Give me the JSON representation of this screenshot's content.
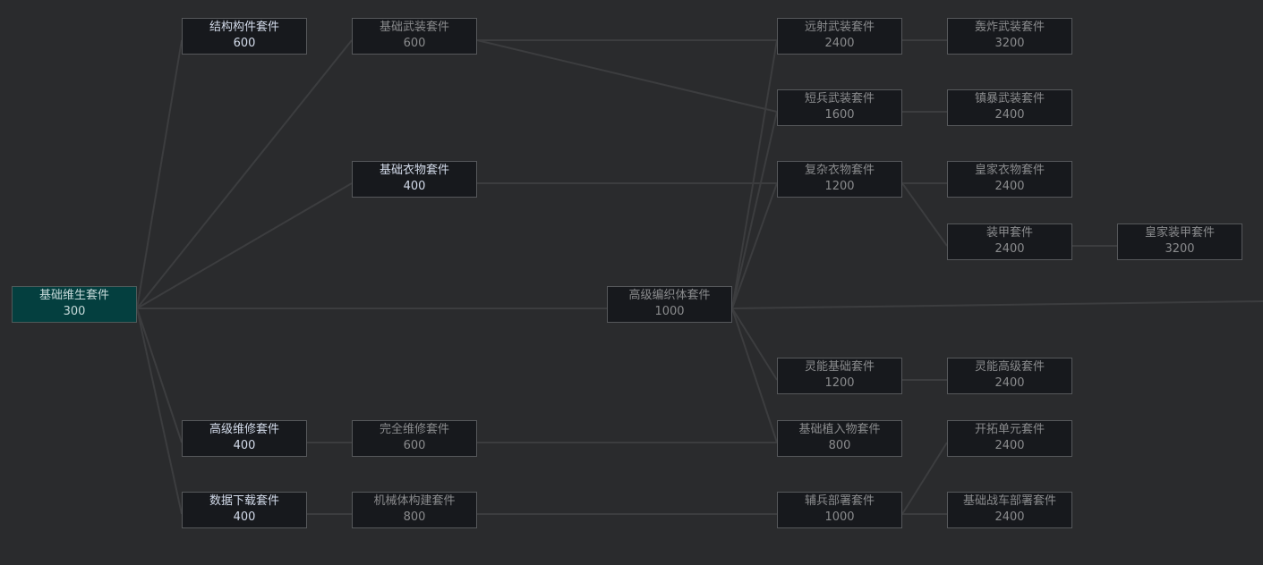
{
  "colors": {
    "background": "#2a2b2d",
    "node": "#17191d",
    "completed": "#043f3f",
    "edge": "#3c3d3f"
  },
  "nodes": [
    {
      "id": "basic-life-support",
      "label": "基础维生套件",
      "cost": "300",
      "state": "done"
    },
    {
      "id": "structural-parts",
      "label": "结构构件套件",
      "cost": "600",
      "state": "available"
    },
    {
      "id": "basic-armament",
      "label": "基础武装套件",
      "cost": "600",
      "state": "locked"
    },
    {
      "id": "basic-clothing",
      "label": "基础衣物套件",
      "cost": "400",
      "state": "available"
    },
    {
      "id": "advanced-weaving",
      "label": "高级编织体套件",
      "cost": "1000",
      "state": "locked"
    },
    {
      "id": "advanced-repair",
      "label": "高级维修套件",
      "cost": "400",
      "state": "available"
    },
    {
      "id": "full-repair",
      "label": "完全维修套件",
      "cost": "600",
      "state": "locked"
    },
    {
      "id": "data-download",
      "label": "数据下载套件",
      "cost": "400",
      "state": "available"
    },
    {
      "id": "mech-construction",
      "label": "机械体构建套件",
      "cost": "800",
      "state": "locked"
    },
    {
      "id": "ranged-armament",
      "label": "远射武装套件",
      "cost": "2400",
      "state": "locked"
    },
    {
      "id": "melee-armament",
      "label": "短兵武装套件",
      "cost": "1600",
      "state": "locked"
    },
    {
      "id": "complex-clothing",
      "label": "复杂衣物套件",
      "cost": "1200",
      "state": "locked"
    },
    {
      "id": "psychic-basic",
      "label": "灵能基础套件",
      "cost": "1200",
      "state": "locked"
    },
    {
      "id": "basic-implant",
      "label": "基础植入物套件",
      "cost": "800",
      "state": "locked"
    },
    {
      "id": "auxiliary-deploy",
      "label": "辅兵部署套件",
      "cost": "1000",
      "state": "locked"
    },
    {
      "id": "bombard-armament",
      "label": "轰炸武装套件",
      "cost": "3200",
      "state": "locked"
    },
    {
      "id": "riot-armament",
      "label": "镇暴武装套件",
      "cost": "2400",
      "state": "locked"
    },
    {
      "id": "royal-clothing",
      "label": "皇家衣物套件",
      "cost": "2400",
      "state": "locked"
    },
    {
      "id": "armor",
      "label": "装甲套件",
      "cost": "2400",
      "state": "locked"
    },
    {
      "id": "psychic-advanced",
      "label": "灵能高级套件",
      "cost": "2400",
      "state": "locked"
    },
    {
      "id": "pioneer-unit",
      "label": "开拓单元套件",
      "cost": "2400",
      "state": "locked"
    },
    {
      "id": "basic-vehicle-deploy",
      "label": "基础战车部署套件",
      "cost": "2400",
      "state": "locked"
    },
    {
      "id": "royal-armor",
      "label": "皇家装甲套件",
      "cost": "3200",
      "state": "locked"
    }
  ]
}
